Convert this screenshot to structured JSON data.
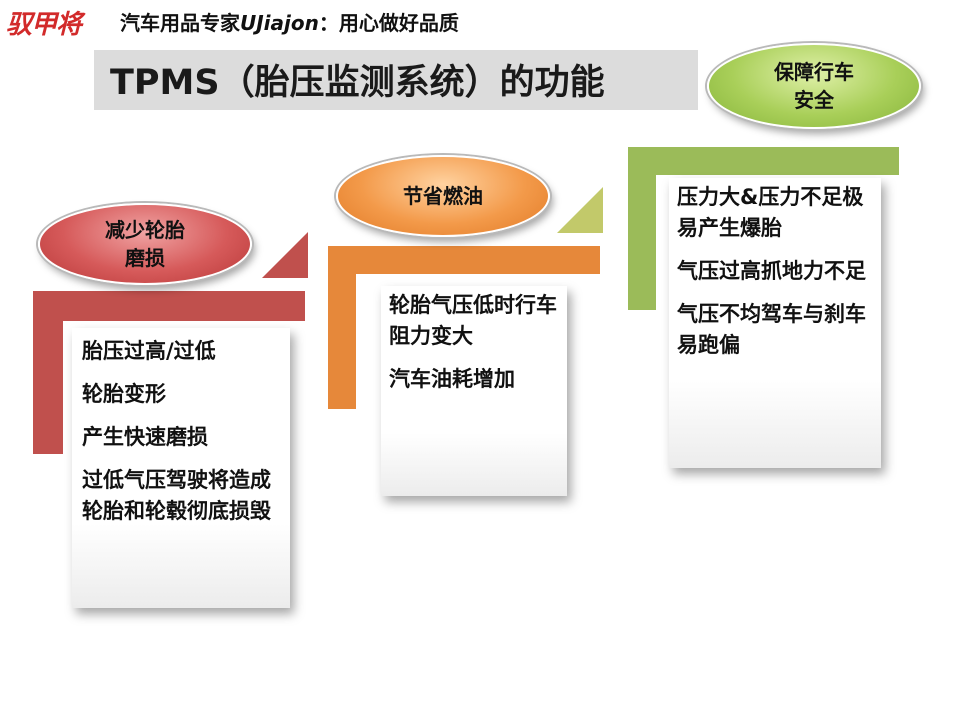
{
  "header": {
    "logo_text": "驭甲将",
    "slogan_prefix": "汽车用品专家",
    "slogan_brand": "UJiajon",
    "slogan_suffix": "：用心做好品质"
  },
  "title": "TPMS（胎压监测系统）的功能",
  "columns": [
    {
      "badge": [
        "减少轮胎",
        "磨损"
      ],
      "color": "#c0504d",
      "items": [
        "胎压过高/过低",
        "轮胎变形",
        "产生快速磨损",
        "过低气压驾驶将造成轮胎和轮毂彻底损毁"
      ]
    },
    {
      "badge": [
        "节省燃油"
      ],
      "color": "#e6883a",
      "items": [
        "轮胎气压低时行车阻力变大",
        "汽车油耗增加"
      ]
    },
    {
      "badge": [
        "保障行车",
        "安全"
      ],
      "color": "#9bbb59",
      "items": [
        "压力大&压力不足极易产生爆胎",
        "气压过高抓地力不足",
        "气压不均驾车与刹车易跑偏"
      ]
    }
  ]
}
